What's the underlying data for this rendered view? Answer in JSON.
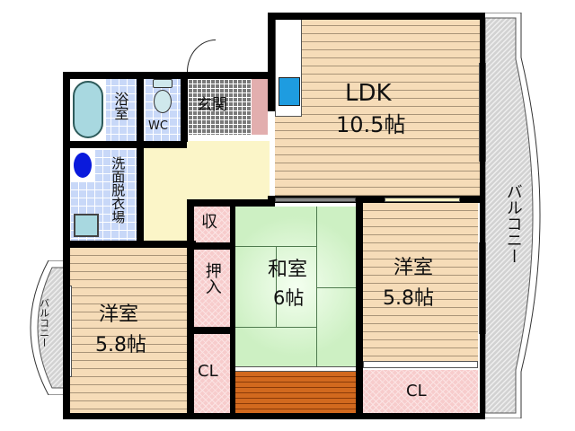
{
  "floorplan": {
    "rooms": {
      "ldk": {
        "name": "LDK",
        "size": "10.5帖"
      },
      "washitsu": {
        "name": "和室",
        "size": "6帖"
      },
      "yoshitsu_right": {
        "name": "洋室",
        "size": "5.8帖"
      },
      "yoshitsu_left": {
        "name": "洋室",
        "size": "5.8帖"
      },
      "bath": {
        "name": "浴室"
      },
      "wc": {
        "name": "WC"
      },
      "entrance": {
        "name": "玄関"
      },
      "washroom": {
        "name": "洗面脱衣場"
      },
      "storage": {
        "name": "収"
      },
      "oshiire": {
        "name": "押入"
      },
      "closet_left": {
        "name": "CL"
      },
      "closet_right": {
        "name": "CL"
      }
    },
    "balconies": {
      "right": "バルコニー",
      "left": "バルコニー"
    },
    "colors": {
      "wood_floor": "#f6dcb8",
      "tile": "#c8d8f8",
      "closet": "#f7cccc",
      "hall": "#fbf5c8",
      "tatami": "#cdf0c3",
      "tokonoma": "#d2691e",
      "sink": "#1e9ce0",
      "washbasin": "#0a1adc",
      "balcony": "#d4d4d4"
    }
  }
}
